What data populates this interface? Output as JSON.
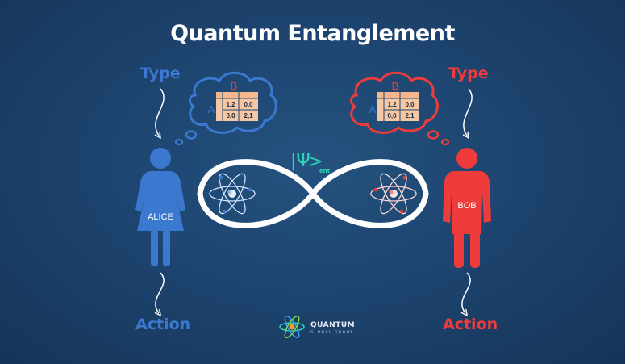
{
  "title": "Quantum Entanglement",
  "alice": {
    "name": "ALICE",
    "type_label": "Type",
    "action_label": "Action",
    "color": "#3b78cf",
    "matrix": {
      "col_label": "B",
      "row_label": "A",
      "cells": [
        "1,2",
        "0,0",
        "0,0",
        "2,1"
      ]
    }
  },
  "bob": {
    "name": "BOB",
    "type_label": "Type",
    "action_label": "Action",
    "color": "#ee3b3b",
    "matrix": {
      "col_label": "B",
      "row_label": "A",
      "cells": [
        "1,2",
        "0,0",
        "0,0",
        "2,1"
      ]
    }
  },
  "state_symbol": {
    "psi": "|Ψ",
    "angle": ">",
    "subscript": "ent",
    "color": "#2fd3bd"
  },
  "logo": {
    "name": "QUANTUM",
    "tagline": "GLOBAL GROUP",
    "icon": "atom-icon"
  },
  "colors": {
    "background": "#1d4570",
    "matrix_fill": "#f6c7a3",
    "infinity": "#ffffff"
  }
}
